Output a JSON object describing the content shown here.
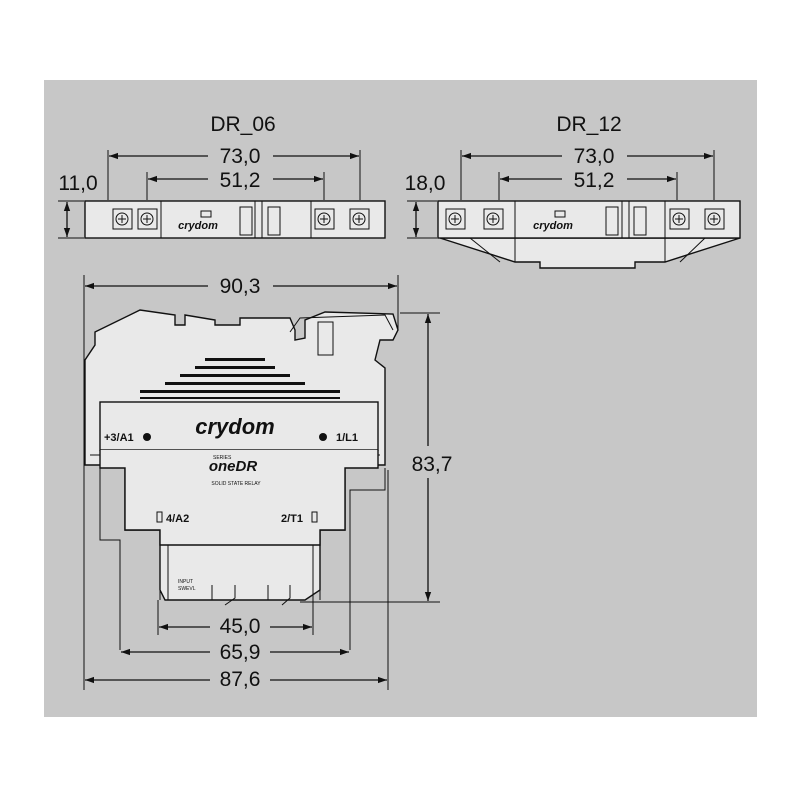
{
  "views": {
    "dr06": {
      "title": "DR_06",
      "width_total": "73,0",
      "width_inner": "51,2",
      "height": "11,0",
      "brand": "crydom"
    },
    "dr12": {
      "title": "DR_12",
      "width_total": "73,0",
      "width_inner": "51,2",
      "height": "18,0",
      "brand": "crydom"
    },
    "front": {
      "width_top": "90,3",
      "height": "83,7",
      "width_a": "45,0",
      "width_b": "65,9",
      "width_c": "87,6",
      "brand": "crydom",
      "series_small": "SERIES",
      "series": "oneDR",
      "subtitle": "SOLID STATE RELAY",
      "terminals": {
        "a1": "+3/A1",
        "l1": "1/L1",
        "a2": "4/A2",
        "t1": "2/T1"
      },
      "date_code": "INPUT",
      "date_code2": "SWEVL"
    }
  }
}
